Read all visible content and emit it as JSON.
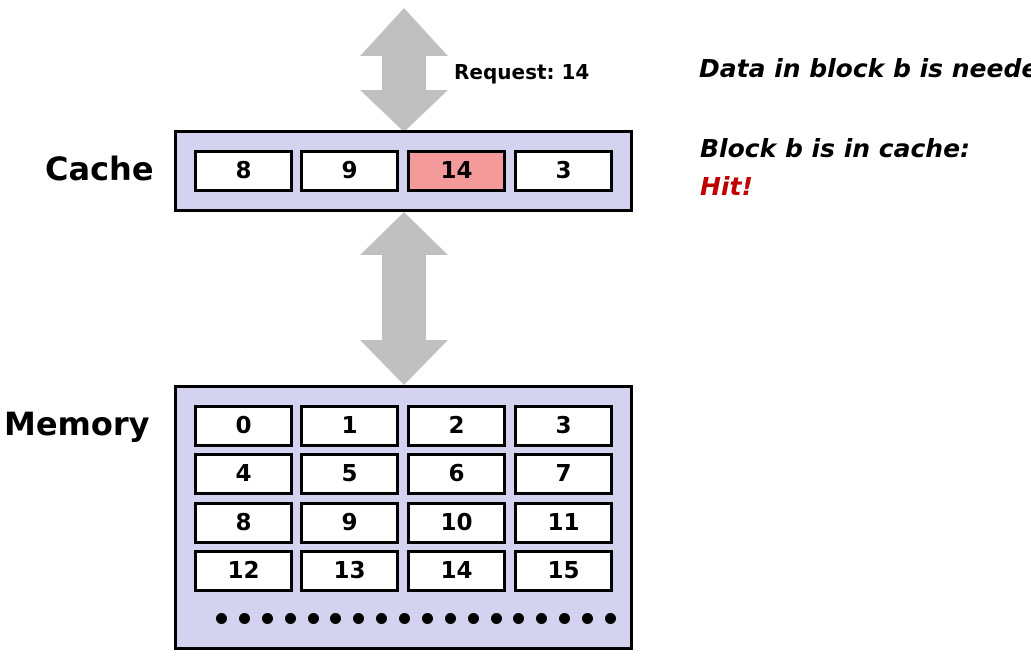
{
  "labels": {
    "cache": "Cache",
    "memory": "Memory",
    "request": "Request: 14"
  },
  "notes": {
    "needed": "Data in block b is needed",
    "in_cache": "Block b is in cache:",
    "hit": "Hit!"
  },
  "cache": {
    "blocks": [
      "8",
      "9",
      "14",
      "3"
    ],
    "highlighted_block": "14",
    "highlight_color": "#f59a9a",
    "panel_color": "#d3d3f0"
  },
  "memory": {
    "blocks": [
      "0",
      "1",
      "2",
      "3",
      "4",
      "5",
      "6",
      "7",
      "8",
      "9",
      "10",
      "11",
      "12",
      "13",
      "14",
      "15"
    ],
    "continuation_dots": 18
  },
  "colors": {
    "arrow": "#c0c0c0",
    "hit_text": "#c00000"
  }
}
